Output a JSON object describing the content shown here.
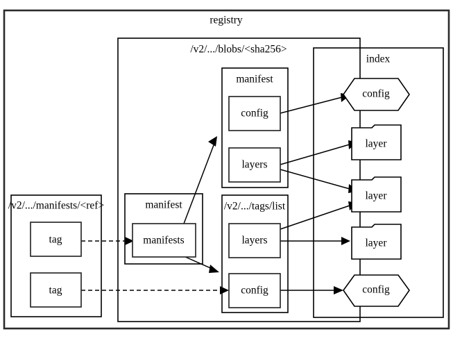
{
  "diagram": {
    "title": "registry",
    "type": "graph",
    "clusters": [
      {
        "id": "registry",
        "label": "registry"
      },
      {
        "id": "tags_list",
        "label": "/v2/.../tags/list"
      },
      {
        "id": "manifests_ref",
        "label": "/v2/.../manifests/<ref>"
      },
      {
        "id": "blobs_sha256",
        "label": "/v2/.../blobs/<sha256>"
      },
      {
        "id": "index",
        "label": "index"
      },
      {
        "id": "manifest_top",
        "label": "manifest"
      },
      {
        "id": "manifest_bottom",
        "label": "manifest"
      }
    ],
    "nodes": [
      {
        "id": "tag1",
        "label": "tag",
        "shape": "box",
        "cluster": "tags_list"
      },
      {
        "id": "tag2",
        "label": "tag",
        "shape": "box",
        "cluster": "tags_list"
      },
      {
        "id": "manifests",
        "label": "manifests",
        "shape": "box",
        "cluster": "index"
      },
      {
        "id": "m1_config",
        "label": "config",
        "shape": "box",
        "cluster": "manifest_top"
      },
      {
        "id": "m1_layers",
        "label": "layers",
        "shape": "box",
        "cluster": "manifest_top"
      },
      {
        "id": "m2_layers",
        "label": "layers",
        "shape": "box",
        "cluster": "manifest_bottom"
      },
      {
        "id": "m2_config",
        "label": "config",
        "shape": "box",
        "cluster": "manifest_bottom"
      },
      {
        "id": "blob_config_top",
        "label": "config",
        "shape": "hexagon",
        "cluster": "blobs_sha256"
      },
      {
        "id": "blob_layer_1",
        "label": "layer",
        "shape": "folder",
        "cluster": "blobs_sha256"
      },
      {
        "id": "blob_layer_2",
        "label": "layer",
        "shape": "folder",
        "cluster": "blobs_sha256"
      },
      {
        "id": "blob_layer_3",
        "label": "layer",
        "shape": "folder",
        "cluster": "blobs_sha256"
      },
      {
        "id": "blob_config_bottom",
        "label": "config",
        "shape": "hexagon",
        "cluster": "blobs_sha256"
      }
    ],
    "edges": [
      {
        "from": "tag1",
        "to": "manifests",
        "style": "dashed"
      },
      {
        "from": "tag2",
        "to": "m2_config",
        "style": "dashed"
      },
      {
        "from": "manifests",
        "to": "m1_layers",
        "style": "solid"
      },
      {
        "from": "manifests",
        "to": "m2_layers",
        "style": "solid"
      },
      {
        "from": "m1_config",
        "to": "blob_config_top",
        "style": "solid"
      },
      {
        "from": "m1_layers",
        "to": "blob_layer_1",
        "style": "solid"
      },
      {
        "from": "m1_layers",
        "to": "blob_layer_2",
        "style": "solid"
      },
      {
        "from": "m2_layers",
        "to": "blob_layer_2",
        "style": "solid"
      },
      {
        "from": "m2_layers",
        "to": "blob_layer_3",
        "style": "solid"
      },
      {
        "from": "m2_config",
        "to": "blob_config_bottom",
        "style": "solid"
      }
    ]
  },
  "colors": {
    "stroke": "#000000",
    "outer_stroke": "#2b2b2b",
    "background": "#ffffff"
  }
}
